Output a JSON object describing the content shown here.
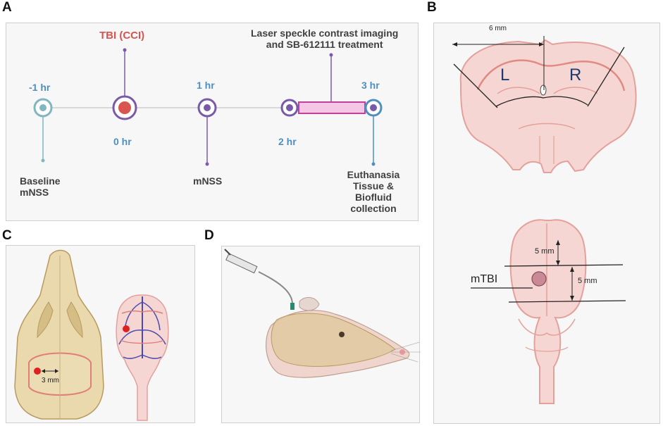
{
  "panel_letters": {
    "a": "A",
    "b": "B",
    "c": "C",
    "d": "D"
  },
  "timeline": {
    "injury_label": "TBI (CCI)",
    "imaging_label_line1": "Laser speckle contrast imaging",
    "imaging_label_line2": "and SB-612111 treatment",
    "times": {
      "t_minus1": "-1 hr",
      "t0": "0 hr",
      "t1": "1 hr",
      "t2": "2 hr",
      "t3": "3 hr"
    },
    "events": {
      "baseline_line1": "Baseline",
      "baseline_line2": "mNSS",
      "mnss": "mNSS",
      "end_line1": "Euthanasia",
      "end_line2": "Tissue &",
      "end_line3": "Biofluid",
      "end_line4": "collection"
    }
  },
  "coronal": {
    "distance": "6 mm",
    "left": "L",
    "right": "R"
  },
  "dorsal": {
    "upper_distance": "5 mm",
    "lower_distance": "5 mm",
    "injury_label": "mTBI"
  },
  "skull": {
    "distance": "3 mm"
  },
  "colors": {
    "blue": "#4f8fc0",
    "red": "#d9534f",
    "magenta": "#c2409a",
    "purple": "#7a5aa8",
    "brain": "#f6d6d3",
    "brain_edge": "#e4a19b",
    "bone": "#ead9ad"
  }
}
